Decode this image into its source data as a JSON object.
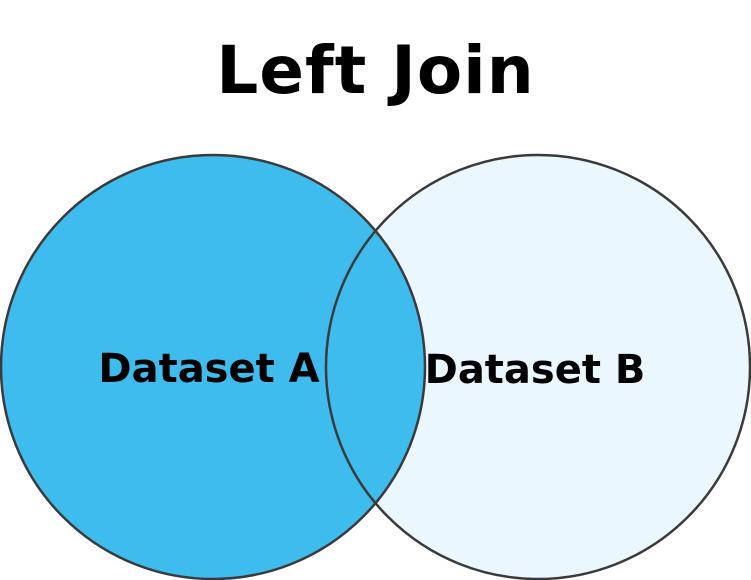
{
  "title": "Left Join",
  "sets": {
    "a": {
      "label": "Dataset A",
      "fill": "#3FBCEE",
      "included": true
    },
    "b": {
      "label": "Dataset B",
      "fill": "#EBF7FE",
      "included": false
    }
  },
  "intersection": {
    "included": true,
    "fill": "#3FBCEE"
  },
  "stroke_color": "#3A3A3A"
}
